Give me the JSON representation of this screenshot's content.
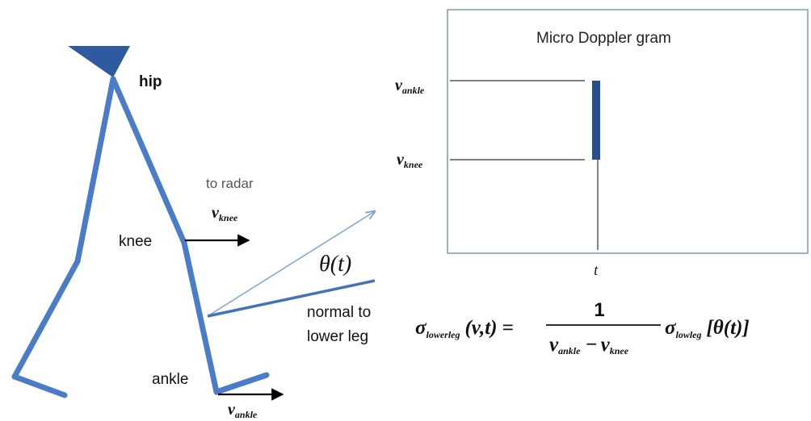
{
  "figure": {
    "joint_labels": {
      "hip": "hip",
      "knee": "knee",
      "ankle": "ankle"
    },
    "to_radar": "to radar",
    "v_knee": {
      "symbol": "v",
      "sub": "knee"
    },
    "v_ankle": {
      "symbol": "v",
      "sub": "ankle"
    },
    "theta": "θ(t)",
    "normal_label_line1": "normal to",
    "normal_label_line2": "lower leg"
  },
  "graph": {
    "title": "Micro Doppler gram",
    "v_ankle": {
      "symbol": "v",
      "sub": "ankle"
    },
    "v_knee": {
      "symbol": "v",
      "sub": "knee"
    },
    "t_label": "t"
  },
  "formula": {
    "sigma": "σ",
    "lhs_sub": "lowerleg",
    "lhs_args": "(v,t)",
    "equals": "=",
    "numerator": "1",
    "den_v1": "v",
    "den_v1_sub": "ankle",
    "den_minus": "−",
    "den_v2": "v",
    "den_v2_sub": "knee",
    "rhs_sub": "lowleg",
    "rhs_args": "[θ(t)]"
  },
  "colors": {
    "limb": "#4a7cc7",
    "hip_marker": "#2f5aa0",
    "doppler_bar": "#24508f",
    "theta_ray": "#7aa6d6",
    "normal_line": "#4672b8",
    "frame": "#7f97b9",
    "arrow": "#000000"
  }
}
